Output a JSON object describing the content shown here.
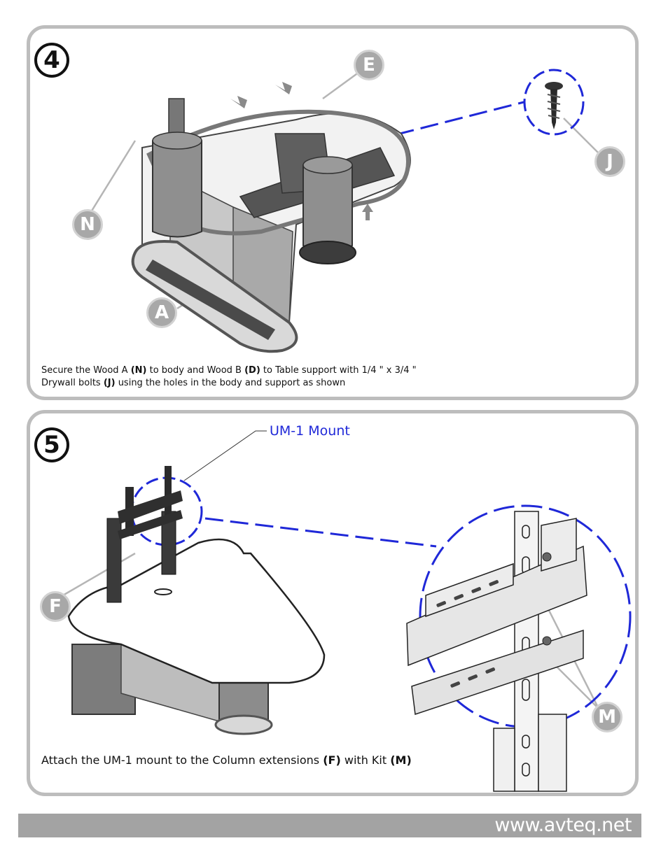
{
  "step4": {
    "number": "4",
    "callouts": {
      "e": "E",
      "j": "J",
      "n": "N",
      "a": "A"
    },
    "caption_line1_a": "Secure the Wood A ",
    "caption_line1_b": "(N)",
    "caption_line1_c": " to body and Wood B ",
    "caption_line1_d": "(D)",
    "caption_line1_e": " to Table support  with 1/4 \" x 3/4 \"",
    "caption_line2_a": "Drywall bolts ",
    "caption_line2_b": "(J)",
    "caption_line2_c": " using the holes in the body and support as shown"
  },
  "step5": {
    "number": "5",
    "mount_label": "UM-1 Mount",
    "callouts": {
      "f": "F",
      "m": "M"
    },
    "caption_a": "Attach the UM-1 mount to the Column extensions ",
    "caption_b": "(F)",
    "caption_c": " with Kit ",
    "caption_d": "(M)"
  },
  "footer": {
    "url": "www.avteq.net"
  },
  "colors": {
    "panel_border": "#bdbdbd",
    "callout_fill": "#a8a8a8",
    "highlight_blue": "#1f28d8",
    "footer_bar": "#a3a3a3"
  }
}
